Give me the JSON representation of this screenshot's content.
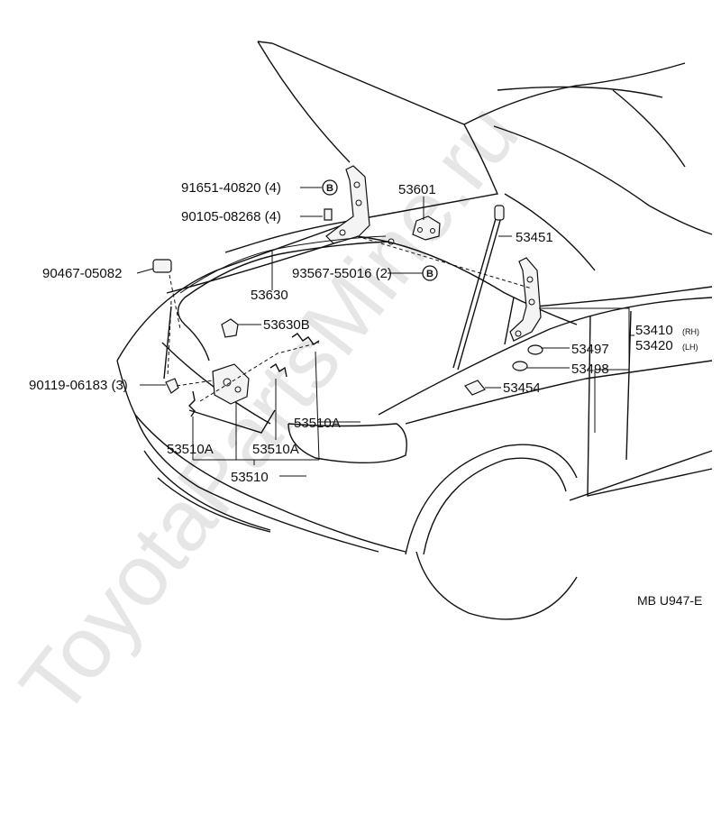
{
  "diagram": {
    "watermark": "ToyotaPartsMine.ru",
    "figure_code": "MB U947-E",
    "labels": {
      "p91651": "91651-40820 (4)",
      "p90105": "90105-08268 (4)",
      "p90467": "90467-05082",
      "p93567": "93567-55016 (2)",
      "p90119": "90119-06183 (3)",
      "p53601": "53601",
      "p53451": "53451",
      "p53630": "53630",
      "p53630b": "53630B",
      "p53410": "53410",
      "p53410_sub": "(RH)",
      "p53420": "53420",
      "p53420_sub": "(LH)",
      "p53497": "53497",
      "p53498": "53498",
      "p53454": "53454",
      "p53510a_right": "53510A",
      "p53510a_left": "53510A",
      "p53510a_mid": "53510A",
      "p53510": "53510"
    },
    "marker_letter": "B"
  }
}
